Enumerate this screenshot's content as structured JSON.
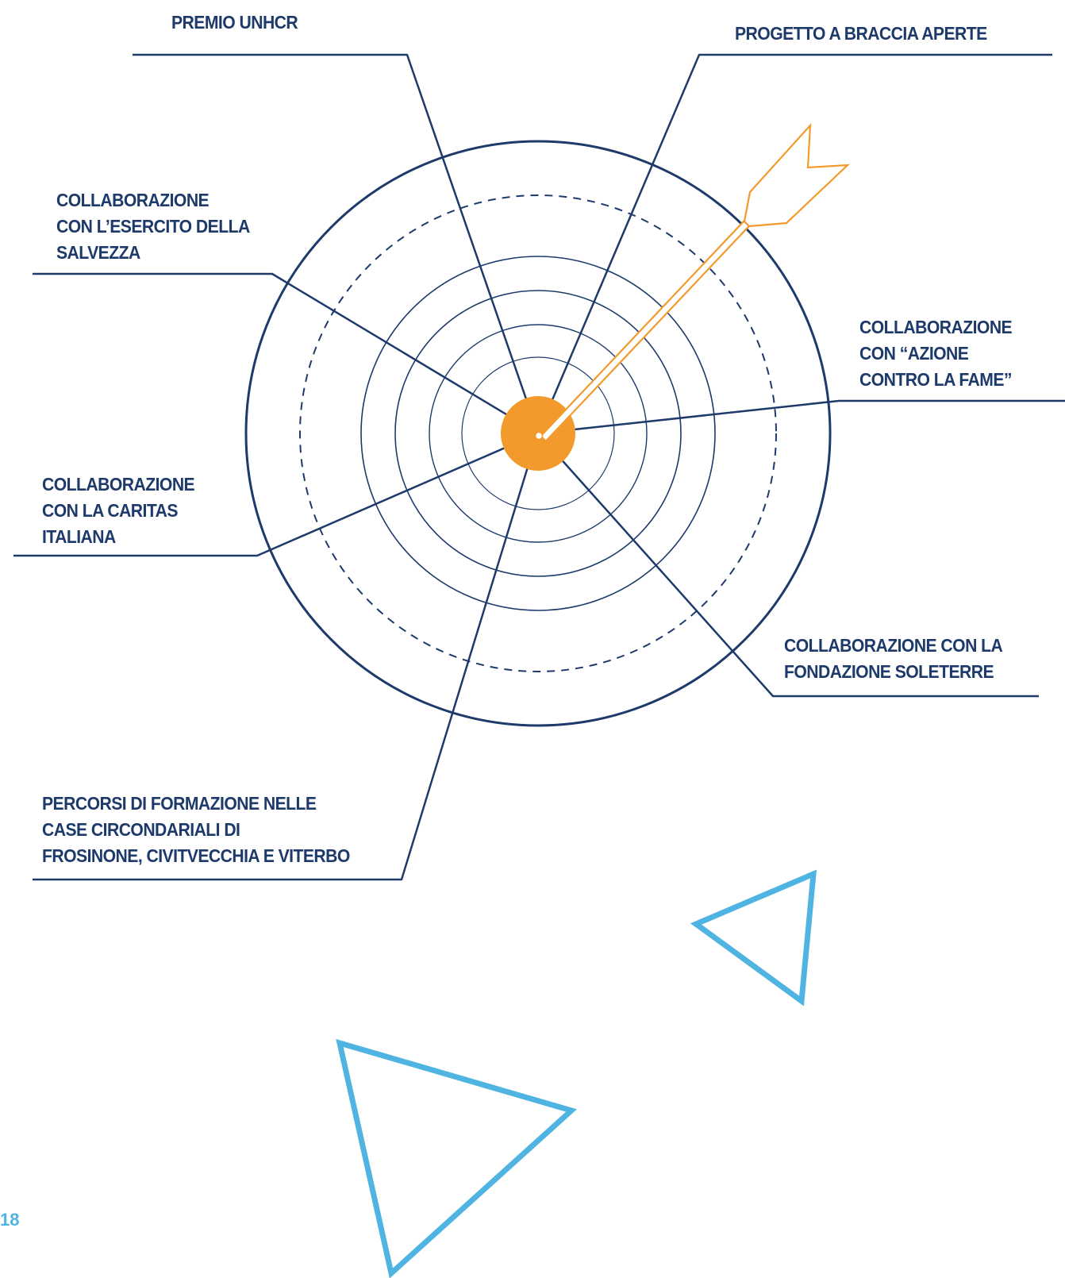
{
  "colors": {
    "navy": "#1d3a6b",
    "orange": "#f39a2d",
    "light_blue": "#50b4e3",
    "background": "#ffffff"
  },
  "icons": {
    "center": "bullseye-dot-icon",
    "arrow": "arrow-icon",
    "decorations": [
      "triangle-outline-icon",
      "triangle-outline-icon"
    ]
  },
  "labels": {
    "premio_unhcr": {
      "lines": [
        "PREMIO UNHCR"
      ]
    },
    "progetto_braccia_aperte": {
      "lines": [
        "PROGETTO A BRACCIA APERTE"
      ]
    },
    "esercito_salvezza": {
      "lines": [
        "COLLABORAZIONE",
        "CON L’ESERCITO DELLA",
        "SALVEZZA"
      ]
    },
    "azione_contro_fame": {
      "lines": [
        "COLLABORAZIONE",
        "CON “AZIONE",
        "CONTRO LA FAME”"
      ]
    },
    "caritas_italiana": {
      "lines": [
        "COLLABORAZIONE",
        "CON LA CARITAS",
        "ITALIANA"
      ]
    },
    "fondazione_soleterre": {
      "lines": [
        "COLLABORAZIONE CON LA",
        "FONDAZIONE SOLETERRE"
      ]
    },
    "percorsi_formazione": {
      "lines": [
        "PERCORSI DI FORMAZIONE NELLE",
        "CASE CIRCONDARIALI DI",
        "FROSINONE, CIVITVECCHIA E VITERBO"
      ]
    }
  },
  "page_number": "18"
}
